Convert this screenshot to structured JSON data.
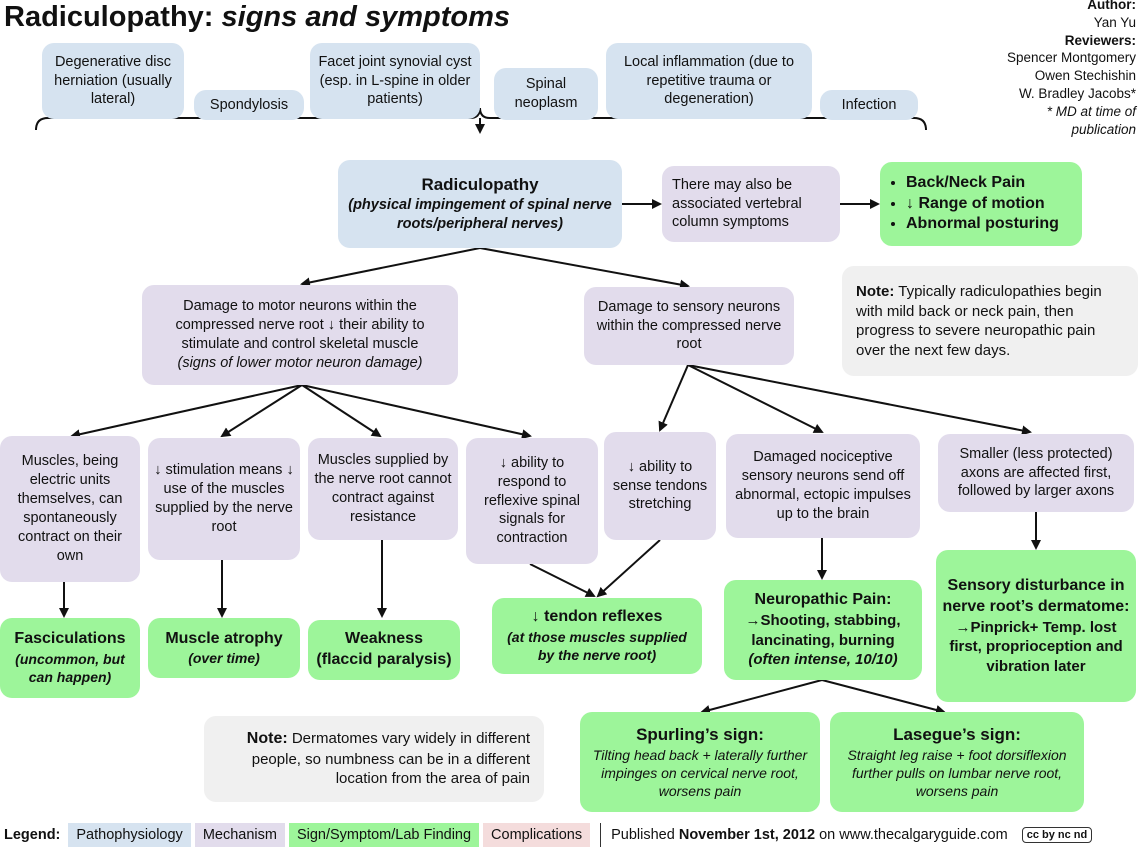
{
  "title": {
    "main": "Radiculopathy:",
    "sub": "signs and symptoms"
  },
  "authors": {
    "author_label": "Author:",
    "author": "Yan Yu",
    "reviewers_label": "Reviewers:",
    "reviewers": [
      "Spencer Montgomery",
      "Owen Stechishin",
      "W. Bradley Jacobs*"
    ],
    "footnote_1": "* MD at time of",
    "footnote_2": "publication"
  },
  "causes": [
    "Degenerative disc herniation (usually lateral)",
    "Spondylosis",
    "Facet joint synovial cyst (esp. in L-spine in older patients)",
    "Spinal neoplasm",
    "Local inflammation (due to repetitive trauma or degeneration)",
    "Infection"
  ],
  "central": {
    "title": "Radiculopathy",
    "subtitle": "(physical impingement of spinal nerve roots/peripheral nerves)"
  },
  "vertebral": "There may also be associated vertebral column symptoms",
  "vertebral_signs": [
    "Back/Neck Pain",
    "↓ Range of motion",
    "Abnormal posturing"
  ],
  "note_top": {
    "label": "Note:",
    "text": "Typically radiculopathies begin with mild back or neck pain, then progress to severe neuropathic pain over the next few days."
  },
  "motor": {
    "text": "Damage to motor neurons within the compressed nerve root ↓ their ability to stimulate and control skeletal muscle",
    "sub": "(signs of lower motor neuron damage)"
  },
  "sensory": "Damage to sensory neurons within the compressed nerve root",
  "mechanisms": {
    "electric": "Muscles, being electric units themselves, can spontaneously contract on their own",
    "stimulation": "↓ stimulation means ↓ use of the muscles supplied by the nerve root",
    "contract": "Muscles supplied by the nerve root cannot contract against resistance",
    "reflexive": "↓ ability to respond to reflexive spinal signals for contraction",
    "stretching": "↓ ability to sense tendons stretching",
    "nociceptive": "Damaged nociceptive sensory neurons send off abnormal, ectopic impulses up to the brain",
    "axons": "Smaller (less protected) axons are affected first, followed by larger axons"
  },
  "signs": {
    "fasciculations": {
      "title": "Fasciculations",
      "sub": "(uncommon, but can happen)"
    },
    "atrophy": {
      "title": "Muscle atrophy",
      "sub": "(over time)"
    },
    "weakness": {
      "title": "Weakness",
      "sub": "(flaccid paralysis)"
    },
    "reflexes": {
      "title": "↓ tendon reflexes",
      "sub": "(at those muscles supplied by the nerve root)"
    },
    "neuropathic": {
      "title": "Neuropathic Pain:",
      "line2": "→Shooting, stabbing, lancinating, burning",
      "sub": "(often intense, 10/10)"
    },
    "sensory_dist": {
      "title": "Sensory disturbance in nerve root’s dermatome:",
      "line2": "→Pinprick+ Temp. lost first, proprioception and vibration later"
    },
    "spurling": {
      "title": "Spurling’s sign:",
      "sub": "Tilting head back + laterally further impinges on cervical nerve root, worsens pain"
    },
    "lasegue": {
      "title": "Lasegue’s sign:",
      "sub": "Straight leg raise + foot dorsiflexion further pulls on lumbar nerve root, worsens pain"
    }
  },
  "note_bottom": {
    "label": "Note:",
    "text": "Dermatomes vary widely in different people, so numbness can be in a different location from the area of pain"
  },
  "legend": {
    "label": "Legend:",
    "items": [
      "Pathophysiology",
      "Mechanism",
      "Sign/Symptom/Lab Finding",
      "Complications"
    ],
    "published_pre": "Published",
    "published_date": "November 1st, 2012",
    "published_post": "on www.thecalgaryguide.com",
    "license": "cc by nc nd"
  },
  "colors": {
    "pathophysiology": "#d6e3f0",
    "mechanism": "#e2dcec",
    "sign": "#9df59a",
    "complications": "#f4dcdc",
    "note": "#f0f0f0"
  }
}
